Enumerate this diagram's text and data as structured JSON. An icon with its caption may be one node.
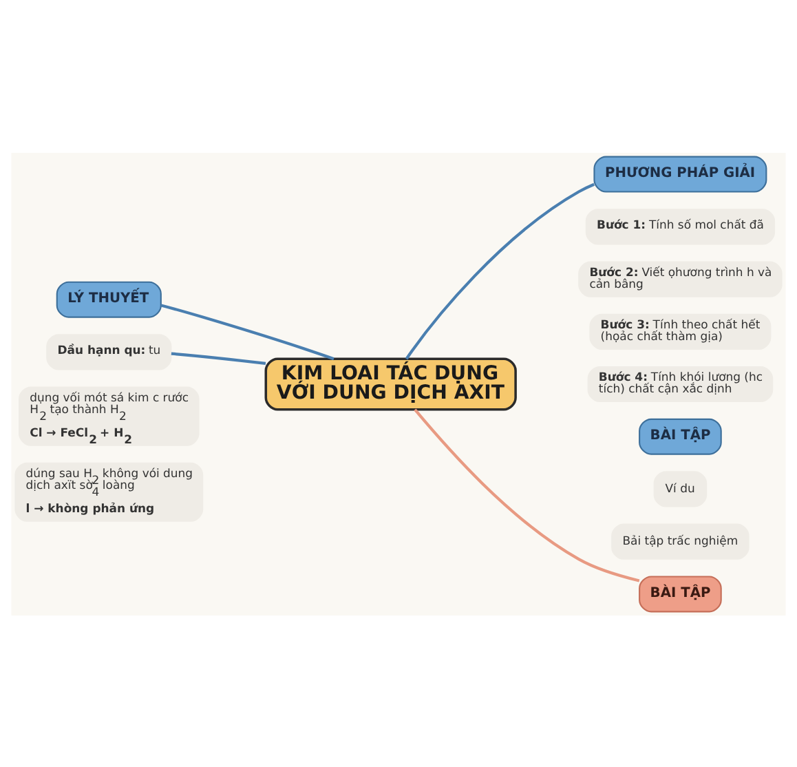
{
  "diagram": {
    "nodes": [
      {
        "text": [
          "KIM LOAI TÁC DỤNG VỚI DUNG DỊCH AXIT"
        ]
      },
      {
        "text": [
          "LÝ THUYẾT"
        ]
      },
      {
        "text": [
          "dụng vối mót sá kim c rước H$_{2}$ tạo thành H$_{2}$",
          "Cl → FeCl$_{2}$ + H$_{2}$"
        ]
      },
      {
        "text": [
          "dúng sau H$_{2}$ không vói dung dịch axït sờ$_{4}$ loàng",
          "l → khòng phản ứng"
        ]
      },
      {
        "text": [
          "**Dầu hạnn qu:** tu"
        ]
      },
      {
        "text": [
          "PHƯƠNG PHÁP GIẢI"
        ]
      },
      {
        "text": [
          "**Bước 1:** Tính số mol chất đã"
        ]
      },
      {
        "text": [
          "**Bước 2:** Viết ọhương trình h và cản bâng"
        ]
      },
      {
        "text": [
          "**Bước 3:** Tính theo chất hết (họảc chất thàm gịa)"
        ]
      },
      {
        "text": [
          "**Bước 4:** Tính khói lương (hc tích) chất cận xắc dịnh"
        ]
      },
      {
        "text": [
          "BÀI TẬP"
        ]
      },
      {
        "text": [
          "Ví du"
        ]
      },
      {
        "text": [
          "Bải tập trấc nghiệm"
        ]
      },
      {
        "text": [
          "BÀI TẬP"
        ]
      }
    ],
    "edges": [
      {
        "from": 0,
        "to": 1,
        "arrow": "none"
      },
      {
        "from": 0,
        "to": 5,
        "arrow": "none"
      },
      {
        "from": 0,
        "to": 4,
        "arrow": "none"
      },
      {
        "from": 0,
        "to": 13,
        "arrow": "none",
        "color": "#e89a82"
      }
    ]
  }
}
